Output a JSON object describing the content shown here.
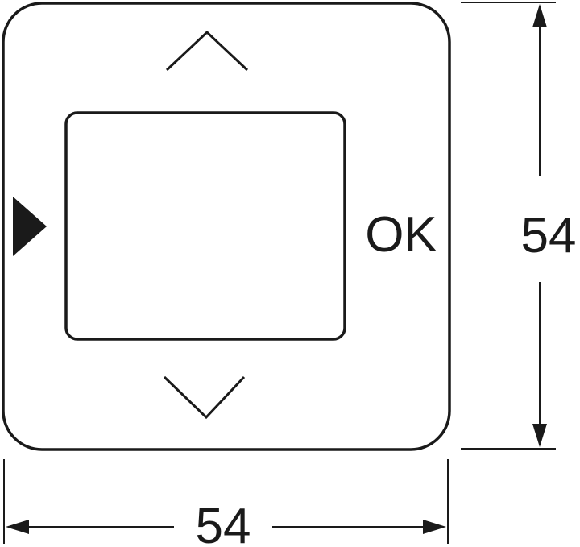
{
  "panel": {
    "ok_label": "OK"
  },
  "dimensions": {
    "width_label": "54",
    "height_label": "54"
  },
  "icons": {
    "up": "chevron-up-icon",
    "down": "chevron-down-icon",
    "left": "play-triangle-icon"
  },
  "colors": {
    "stroke": "#1a1a1a",
    "background": "#ffffff"
  }
}
